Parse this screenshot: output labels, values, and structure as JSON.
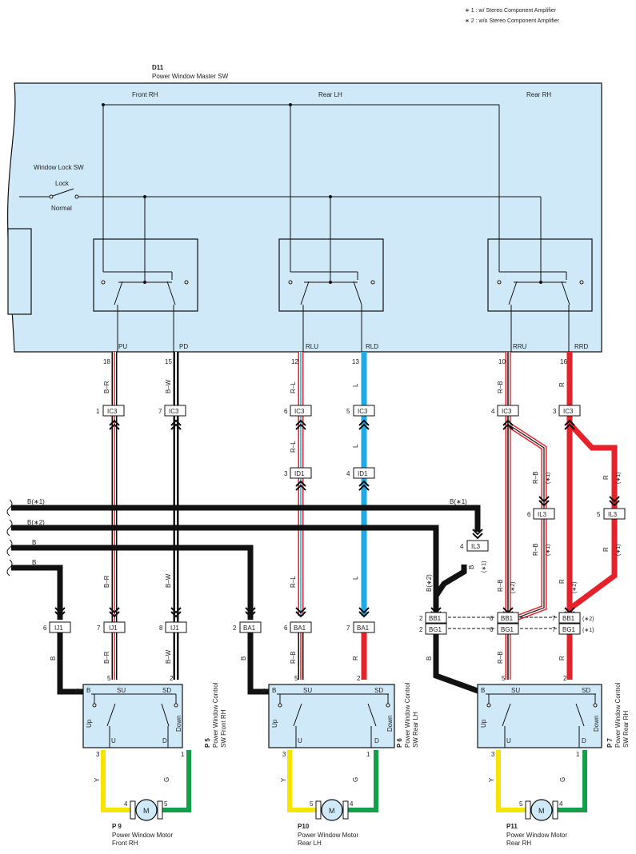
{
  "notes": {
    "n1": "∗ 1 : w/ Stereo Component Amplifier",
    "n2": "∗ 2 : w/o Stereo Component Amplifier"
  },
  "master": {
    "code": "D11",
    "name": "Power Window Master SW",
    "front_rh": "Front RH",
    "rear_lh": "Rear LH",
    "rear_rh": "Rear RH",
    "lock_sw": "Window Lock SW",
    "lock": "Lock",
    "normal": "Normal",
    "pins": {
      "pu": "PU",
      "pd": "PD",
      "rlu": "RLU",
      "rld": "RLD",
      "rru": "RRU",
      "rrd": "RRD"
    },
    "pin_nums": {
      "pu": "18",
      "pd": "15",
      "rlu": "12",
      "rld": "13",
      "rru": "10",
      "rrd": "16"
    }
  },
  "wires": {
    "br": "B–R",
    "bw": "B–W",
    "rl": "R–L",
    "l": "L",
    "rb": "R–B",
    "r": "R",
    "b": "B",
    "y": "Y",
    "g": "G",
    "b1": "B(∗1)",
    "b2": "B(∗2)",
    "s1": "(∗1)",
    "s2": "(∗2)"
  },
  "connectors": {
    "ic3": "IC3",
    "id1": "ID1",
    "il3": "IL3",
    "ij1": "IJ1",
    "ba1": "BA1",
    "bb1": "BB1",
    "bg1": "BG1",
    "p1": "1",
    "p2": "2",
    "p3": "3",
    "p4": "4",
    "p5": "5",
    "p6": "6",
    "p7": "7",
    "p8": "8",
    "s1": "(∗1)",
    "s2": "(∗2)"
  },
  "colors": {
    "panel": "#cfe9f9",
    "red": "#e62129",
    "blue": "#20a9e6",
    "yellow": "#f5e500",
    "green": "#14a04a",
    "black": "#1a1a1a"
  },
  "switches": [
    {
      "code": "P 5",
      "name": "Power Window Control",
      "sub": "SW Front RH"
    },
    {
      "code": "P 6",
      "name": "Power Window Control",
      "sub": "SW Rear LH"
    },
    {
      "code": "P 7",
      "name": "Power Window Control",
      "sub": "SW Rear RH"
    }
  ],
  "sw_labels": {
    "b": "B",
    "su": "SU",
    "sd": "SD",
    "u": "U",
    "d": "D",
    "up": "Up",
    "down": "Down"
  },
  "motors": [
    {
      "code": "P 9",
      "name": "Power Window Motor",
      "sub": "Front RH"
    },
    {
      "code": "P10",
      "name": "Power Window Motor",
      "sub": "Rear LH"
    },
    {
      "code": "P11",
      "name": "Power Window Motor",
      "sub": "Rear RH"
    }
  ],
  "motor_symbol": "M"
}
